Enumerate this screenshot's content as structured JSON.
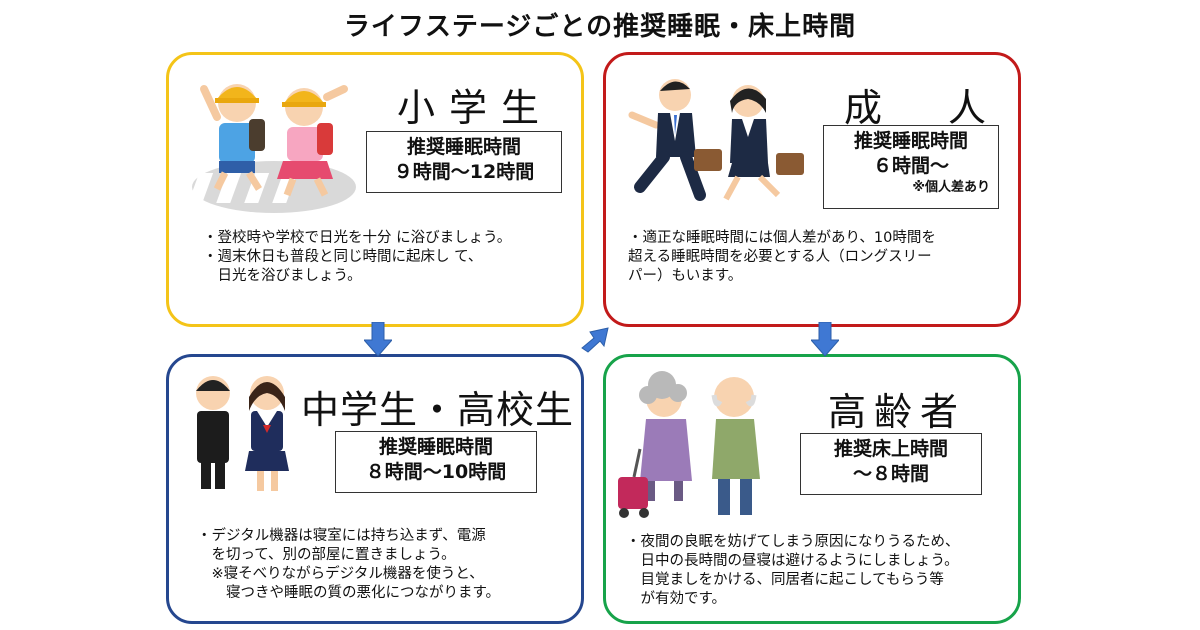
{
  "title": "ライフステージごとの推奨睡眠・床上時間",
  "colors": {
    "elementary": "#f4c418",
    "adult": "#c21a1a",
    "middle_high": "#25478f",
    "senior": "#17a34a",
    "arrow": "#3f78d3"
  },
  "panels": {
    "elementary": {
      "heading": "小学生",
      "box_title": "推奨睡眠時間",
      "box_value": "９時間〜12時間",
      "notes": [
        "・登校時や学校で日光を十分 に浴びましょう。",
        "・週末休日も普段と同じ時間に起床し て、",
        "　日光を浴びましょう。"
      ]
    },
    "adult": {
      "heading": "成　人",
      "box_title": "推奨睡眠時間",
      "box_value": "６時間〜",
      "box_note": "※個人差あり",
      "notes": [
        "・適正な睡眠時間には個人差があり、10時間を",
        "超える睡眠時間を必要とする人（ロングスリー",
        "パー）もいます。"
      ]
    },
    "middle_high": {
      "heading": "中学生・高校生",
      "box_title": "推奨睡眠時間",
      "box_value": "８時間〜10時間",
      "notes": [
        "・デジタル機器は寝室には持ち込まず、電源",
        "　を切って、別の部屋に置きましょう。",
        "　※寝そべりながらデジタル機器を使うと、",
        "　　寝つきや睡眠の質の悪化につながります。"
      ]
    },
    "senior": {
      "heading": "高齢者",
      "box_title": "推奨床上時間",
      "box_value": "〜８時間",
      "notes": [
        "・夜間の良眠を妨げてしまう原因になりうるため、",
        "　日中の長時間の昼寝は避けるようにしましょう。",
        "　目覚ましをかける、同居者に起こしてもらう等",
        "　が有効です。"
      ]
    }
  }
}
